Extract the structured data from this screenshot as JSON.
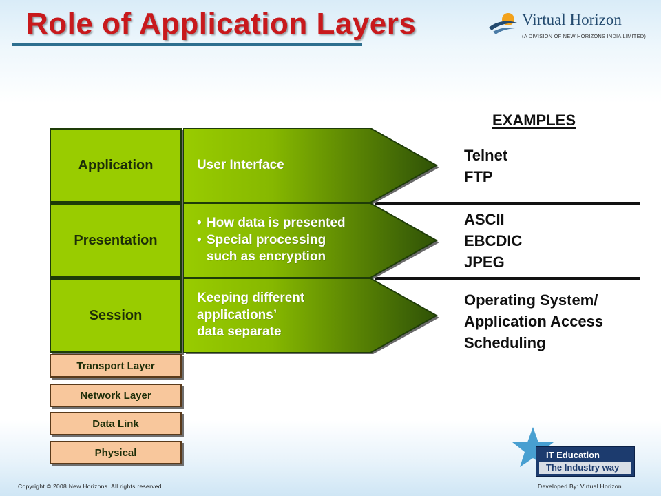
{
  "slide": {
    "title": "Role of Application Layers",
    "footer_left": "Copyright © 2008 New Horizons. All rights reserved.",
    "footer_right": "Developed By: Virtual Horizon"
  },
  "logo": {
    "name": "Virtual Horizon",
    "subtitle": "(A DIVISION OF NEW HORIZONS INDIA LIMITED)"
  },
  "badge": {
    "line1": "IT Education",
    "line2": "The Industry way"
  },
  "colors": {
    "title": "#c8191c",
    "layer_green": "#99cc00",
    "layer_peach": "#f8c79c",
    "arrow_dark": "#2f5207",
    "arrow_light": "#99cc00",
    "badge_navy": "#1c3b6e"
  },
  "layers": {
    "application": "Application",
    "presentation": "Presentation",
    "session": "Session",
    "transport": "Transport Layer",
    "network": "Network Layer",
    "data_link": "Data Link",
    "physical": "Physical"
  },
  "roles": {
    "application": "User Interface",
    "presentation_bullets": [
      "How data is presented",
      "Special processing",
      "such as encryption"
    ],
    "session_lines": [
      "Keeping different",
      "applications’",
      "data separate"
    ]
  },
  "examples": {
    "heading": "EXAMPLES",
    "application": [
      "Telnet",
      "FTP"
    ],
    "presentation": [
      "ASCII",
      "EBCDIC",
      "JPEG"
    ],
    "session": [
      "Operating System/",
      "Application Access",
      "Scheduling"
    ]
  }
}
